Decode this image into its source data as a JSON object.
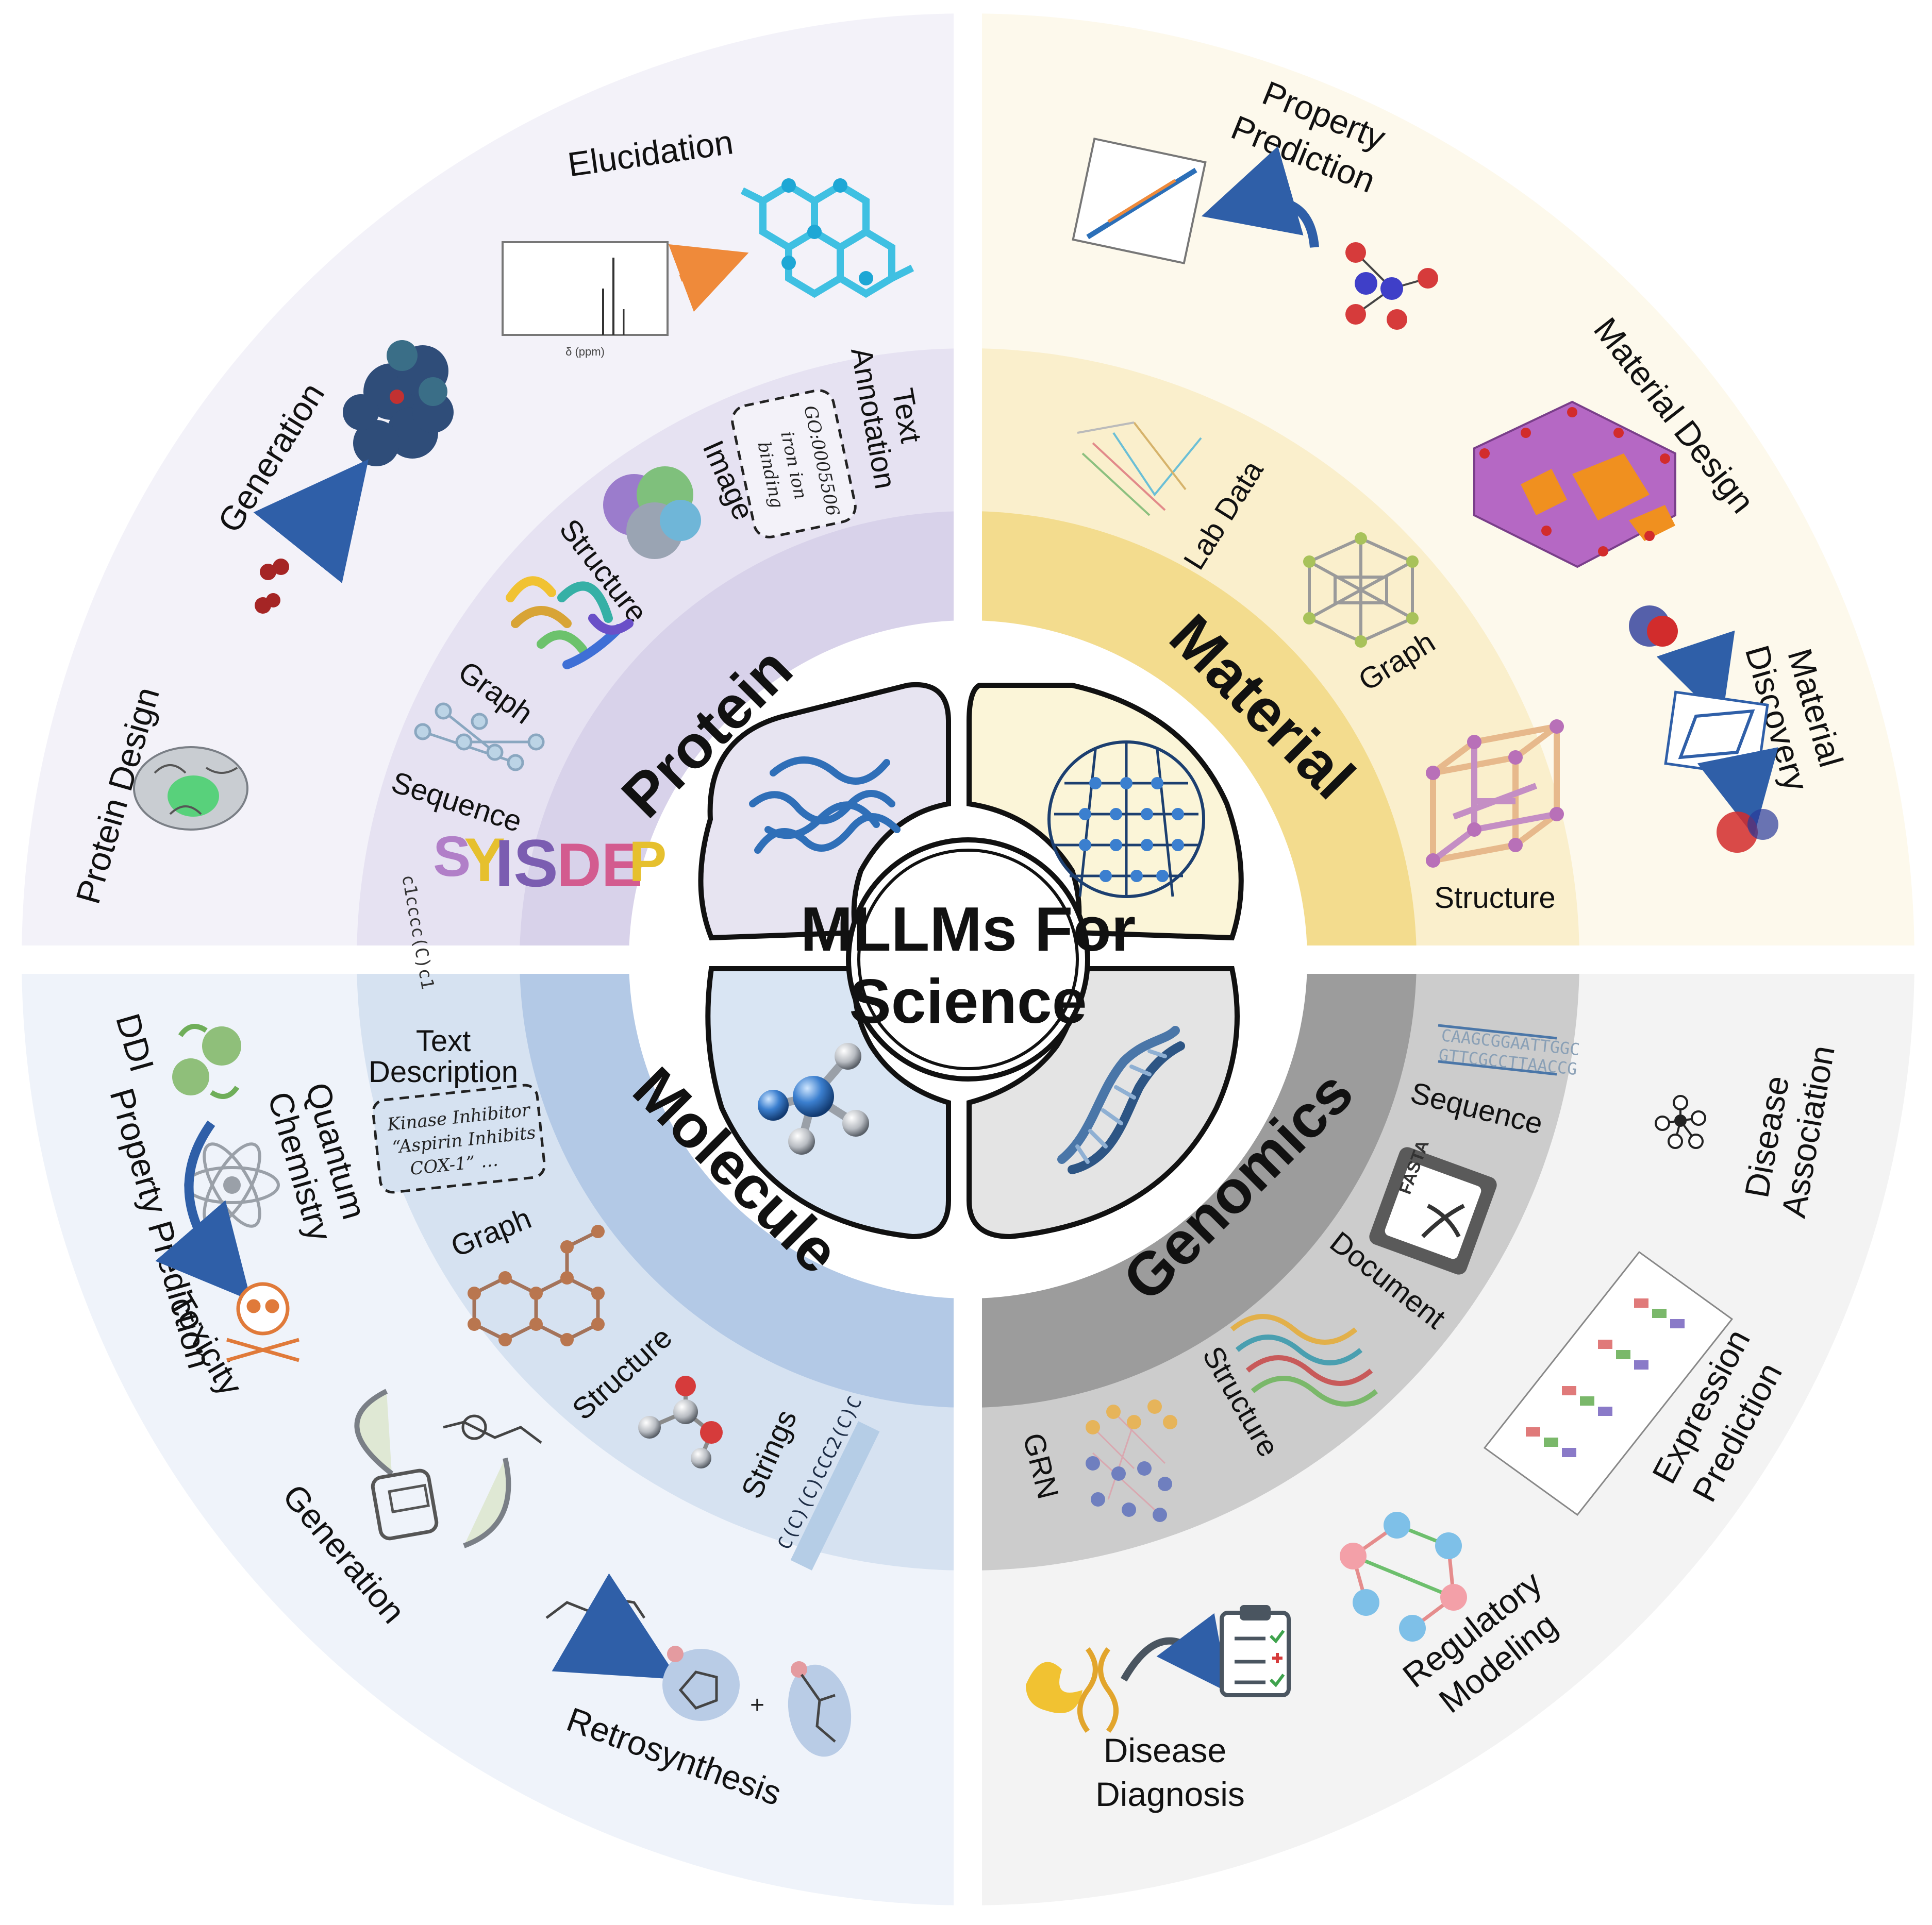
{
  "center": {
    "line1": "MLLMs For",
    "line2": "Science"
  },
  "colors": {
    "protein": "#d8d2ea",
    "protein_mid": "#e6e2f2",
    "protein_outer": "#f3f2f9",
    "material": "#f3dc8e",
    "material_mid": "#faefcc",
    "material_outer": "#fdf9ec",
    "molecule": "#b3c9e6",
    "molecule_mid": "#d6e2f1",
    "molecule_outer": "#eff3fa",
    "genomics": "#9c9c9c",
    "genomics_mid": "#cccccc",
    "genomics_outer": "#f3f3f3"
  },
  "protein": {
    "title": "Protein",
    "modalities": [
      "Sequence",
      "Graph",
      "Structure",
      "Image"
    ],
    "text_annotation": [
      "Text",
      "Annotation"
    ],
    "annotation_box": [
      "GO:0005506",
      "iron ion",
      "binding"
    ],
    "applications": {
      "design": "Protein Design",
      "generation": "Generation",
      "elucidation": "Elucidation"
    }
  },
  "material": {
    "title": "Material",
    "modalities": [
      "Lab Data",
      "Graph",
      "Structure"
    ],
    "applications": {
      "property": [
        "Property",
        "Prediction"
      ],
      "design": "Material Design",
      "discovery": [
        "Material",
        "Discovery"
      ]
    }
  },
  "molecule": {
    "title": "Molecule",
    "text_description": [
      "Text",
      "Description"
    ],
    "description_box": [
      "Kinase Inhibitor",
      "“Aspirin Inhibits",
      "COX-1” …"
    ],
    "modalities": [
      "Graph",
      "Structure",
      "Strings"
    ],
    "smiles": "C(C)(C)CCC2(C)C",
    "applications": {
      "property_prediction": "Property Prediction",
      "ddi": "DDI",
      "quantum": [
        "Quantum",
        "Chemistry"
      ],
      "toxicity": "Toxicity",
      "generation": "Generation",
      "retrosynthesis": "Retrosynthesis"
    }
  },
  "genomics": {
    "title": "Genomics",
    "modalities": [
      "Sequence",
      "Document",
      "Structure",
      "GRN"
    ],
    "dna_seq": [
      "CAAGCGGAATTGGC",
      "GTTCGCCTTAACCG"
    ],
    "fasta": "FASTA",
    "applications": {
      "disease_association": [
        "Disease",
        "Association"
      ],
      "expression": [
        "Expression",
        "Prediction"
      ],
      "regulatory": [
        "Regulatory",
        "Modeling"
      ],
      "diagnosis": [
        "Disease",
        "Diagnosis"
      ]
    }
  },
  "spectrum_axis": "δ (ppm)"
}
